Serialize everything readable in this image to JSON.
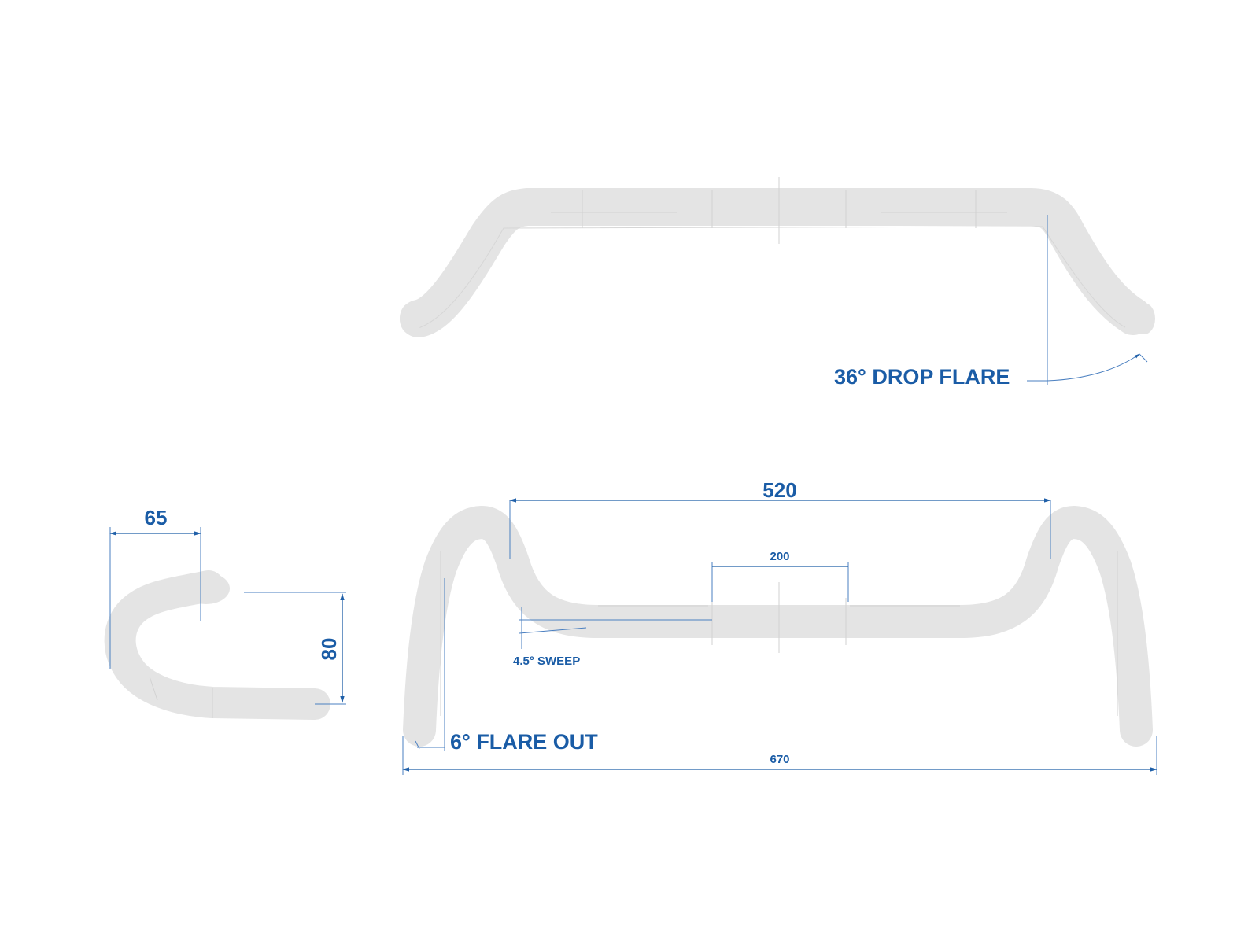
{
  "labels": {
    "drop_flare": "36° DROP FLARE",
    "reach": "65",
    "drop": "80",
    "width_top": "520",
    "center_section": "200",
    "sweep": "4.5° SWEEP",
    "flare_out": "6° FLARE OUT",
    "width_overall": "670"
  },
  "colors": {
    "dimension": "#1a5ca6",
    "bar": "#e4e4e4",
    "background": "#ffffff"
  }
}
